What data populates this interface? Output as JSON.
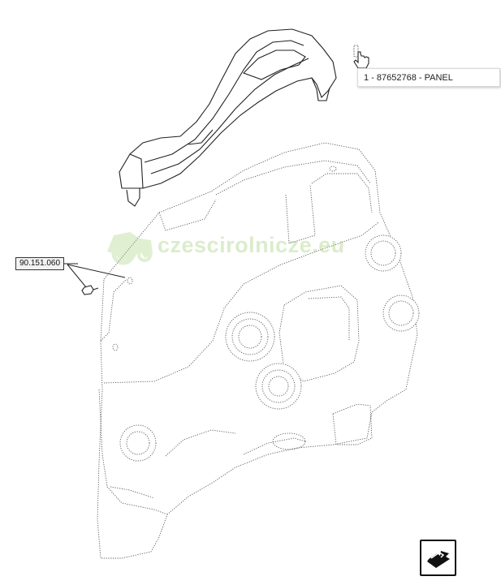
{
  "callout": {
    "part_label": "1 - 87652768 - PANEL"
  },
  "reference": {
    "label": "90.151.060"
  },
  "watermark": {
    "text": "czescirolnicze.eu"
  },
  "icons": {
    "hand_pointer": "hand-pointer-icon",
    "navigation": "arrow-next-icon"
  },
  "colors": {
    "watermark": "#9acb6c",
    "line": "#555555"
  }
}
